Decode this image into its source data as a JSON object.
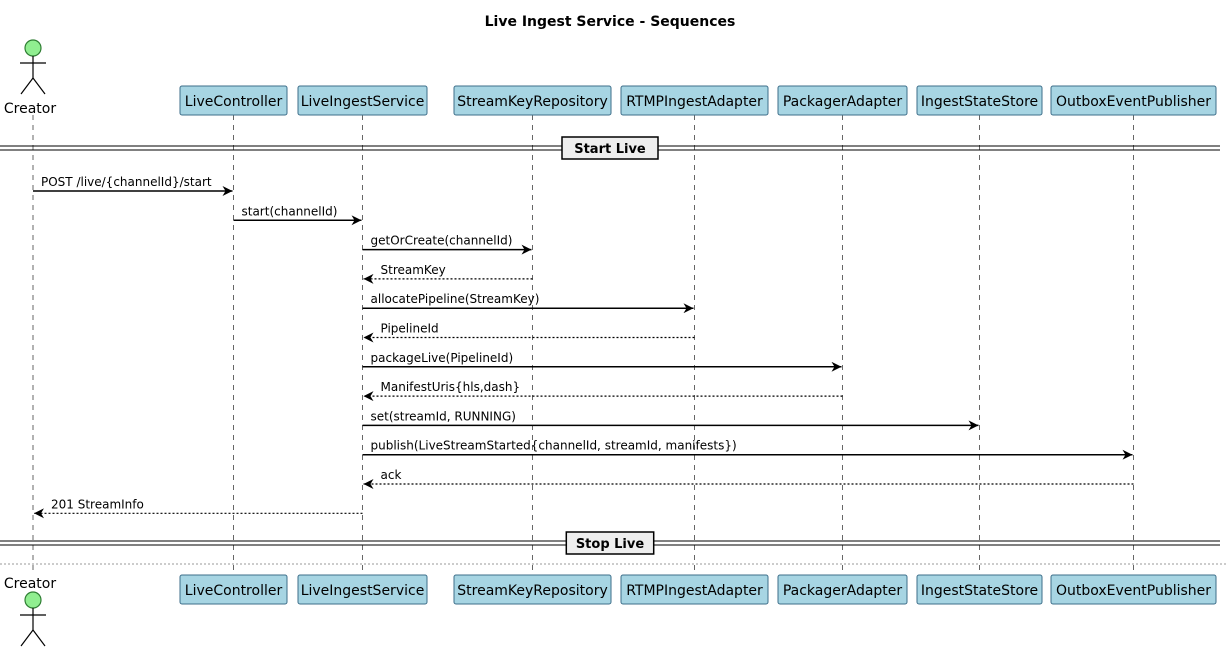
{
  "title": "Live Ingest Service - Sequences",
  "actor": {
    "name": "Creator",
    "fill": "#90ee90"
  },
  "participants": [
    "LiveController",
    "LiveIngestService",
    "StreamKeyRepository",
    "RTMPIngestAdapter",
    "PackagerAdapter",
    "IngestStateStore",
    "OutboxEventPublisher"
  ],
  "participant_fill": "#a7d5e3",
  "participant_border": "#3d6e8a",
  "dividers": [
    "Start Live",
    "Stop Live"
  ],
  "messages": [
    {
      "from": "Creator",
      "to": "LiveController",
      "label": "POST /live/{channelId}/start",
      "type": "call"
    },
    {
      "from": "LiveController",
      "to": "LiveIngestService",
      "label": "start(channelId)",
      "type": "call"
    },
    {
      "from": "LiveIngestService",
      "to": "StreamKeyRepository",
      "label": "getOrCreate(channelId)",
      "type": "call"
    },
    {
      "from": "StreamKeyRepository",
      "to": "LiveIngestService",
      "label": "StreamKey",
      "type": "return"
    },
    {
      "from": "LiveIngestService",
      "to": "RTMPIngestAdapter",
      "label": "allocatePipeline(StreamKey)",
      "type": "call"
    },
    {
      "from": "RTMPIngestAdapter",
      "to": "LiveIngestService",
      "label": "PipelineId",
      "type": "return"
    },
    {
      "from": "LiveIngestService",
      "to": "PackagerAdapter",
      "label": "packageLive(PipelineId)",
      "type": "call"
    },
    {
      "from": "PackagerAdapter",
      "to": "LiveIngestService",
      "label": "ManifestUris{hls,dash}",
      "type": "return"
    },
    {
      "from": "LiveIngestService",
      "to": "IngestStateStore",
      "label": "set(streamId, RUNNING)",
      "type": "call"
    },
    {
      "from": "LiveIngestService",
      "to": "OutboxEventPublisher",
      "label": "publish(LiveStreamStarted{channelId, streamId, manifests})",
      "type": "call"
    },
    {
      "from": "OutboxEventPublisher",
      "to": "LiveIngestService",
      "label": "ack",
      "type": "return"
    },
    {
      "from": "LiveIngestService",
      "to": "Creator",
      "label": "201 StreamInfo",
      "type": "return"
    }
  ]
}
